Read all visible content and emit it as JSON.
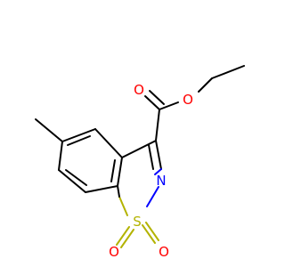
{
  "colors": {
    "oxygen": "#ff0000",
    "nitrogen": "#0000ff",
    "sulfur": "#b3b300",
    "carbon": "#000000",
    "background": "#ffffff"
  },
  "atoms": {
    "o_carbonyl": "O",
    "o_ester": "O",
    "n_ring": "N",
    "s_ring": "S",
    "o_sulfonyl_left": "O",
    "o_sulfonyl_right": "O"
  }
}
